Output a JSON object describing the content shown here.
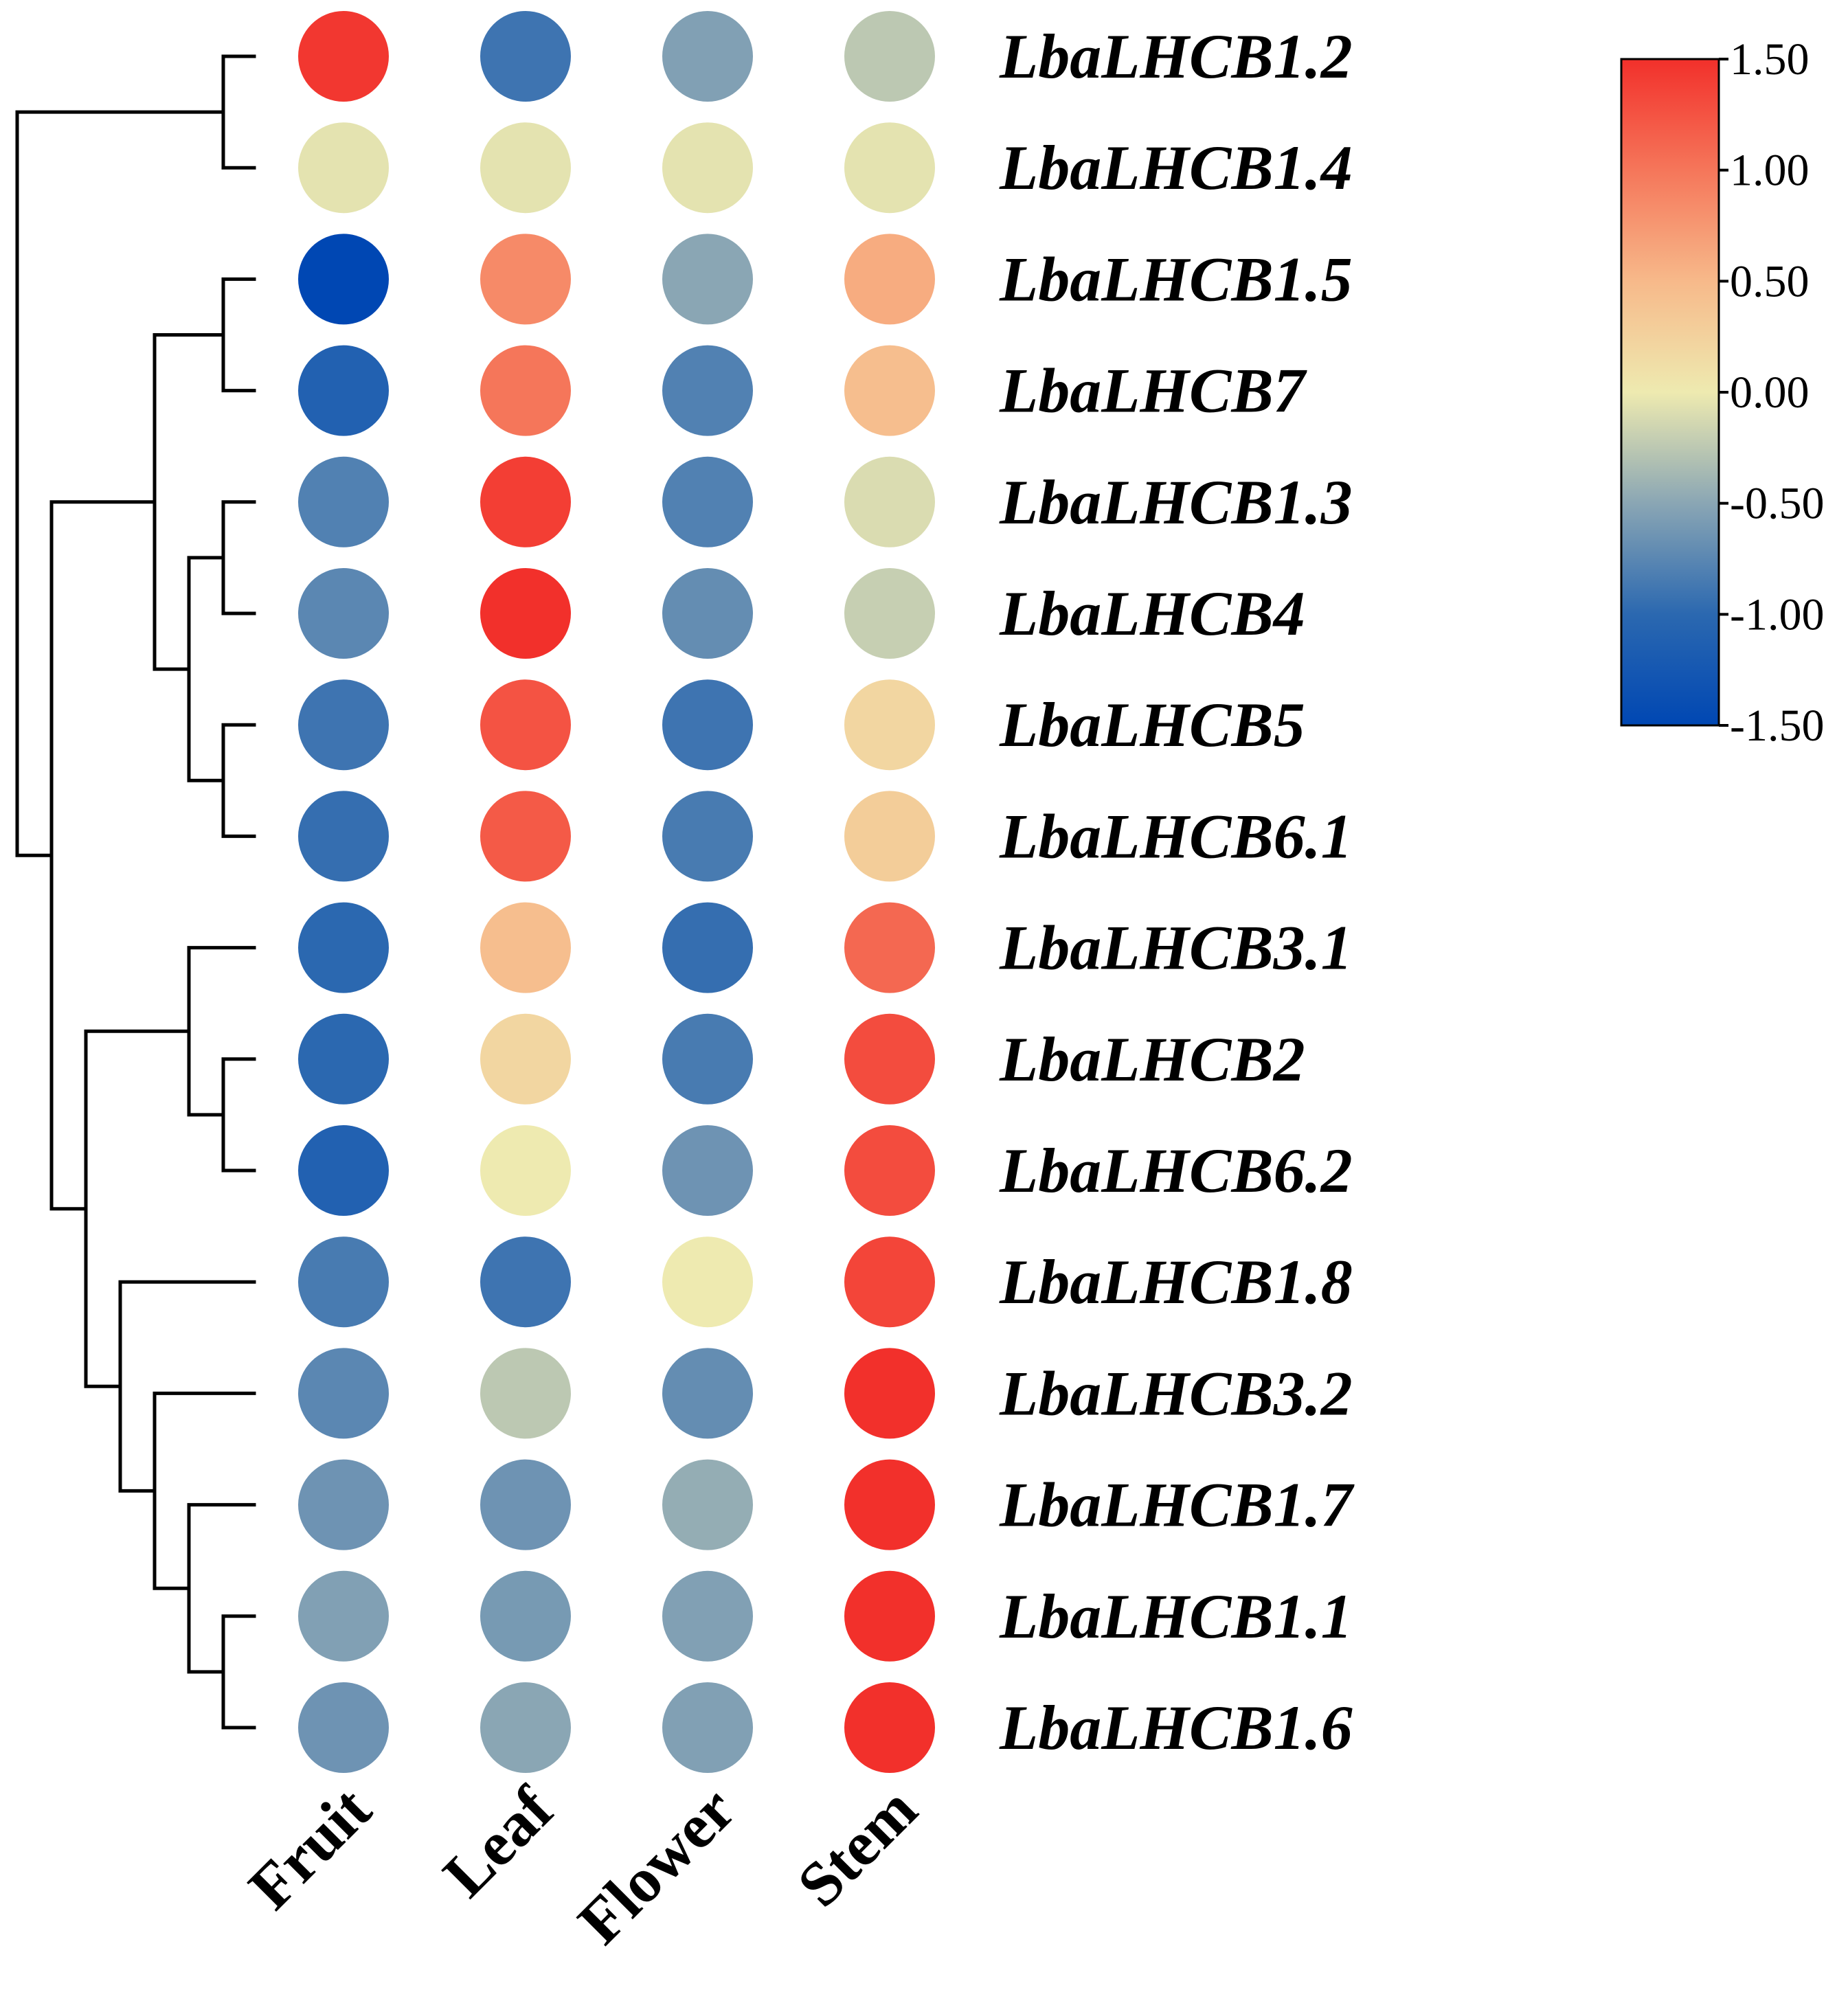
{
  "chart_data": {
    "type": "heatmap",
    "title": "",
    "xlabel": "",
    "ylabel": "",
    "columns": [
      "Fruit",
      "Leaf",
      "Flower",
      "Stem"
    ],
    "rows": [
      "LbaLHCB1.2",
      "LbaLHCB1.4",
      "LbaLHCB1.5",
      "LbaLHCB7",
      "LbaLHCB1.3",
      "LbaLHCB4",
      "LbaLHCB5",
      "LbaLHCB6.1",
      "LbaLHCB3.1",
      "LbaLHCB2",
      "LbaLHCB6.2",
      "LbaLHCB1.8",
      "LbaLHCB3.2",
      "LbaLHCB1.7",
      "LbaLHCB1.1",
      "LbaLHCB1.6"
    ],
    "values": [
      [
        1.45,
        -0.9,
        -0.55,
        -0.25
      ],
      [
        -0.05,
        -0.05,
        -0.05,
        -0.05
      ],
      [
        -1.5,
        0.85,
        -0.5,
        0.6
      ],
      [
        -1.1,
        1.0,
        -0.8,
        0.45
      ],
      [
        -0.8,
        1.4,
        -0.8,
        -0.1
      ],
      [
        -0.75,
        1.5,
        -0.7,
        -0.2
      ],
      [
        -0.9,
        1.25,
        -0.9,
        0.2
      ],
      [
        -0.95,
        1.2,
        -0.85,
        0.3
      ],
      [
        -1.0,
        0.45,
        -0.95,
        1.1
      ],
      [
        -1.0,
        0.2,
        -0.85,
        1.3
      ],
      [
        -1.1,
        0.0,
        -0.65,
        1.3
      ],
      [
        -0.85,
        -0.9,
        0.0,
        1.35
      ],
      [
        -0.75,
        -0.25,
        -0.7,
        1.5
      ],
      [
        -0.65,
        -0.65,
        -0.45,
        1.55
      ],
      [
        -0.55,
        -0.6,
        -0.55,
        1.55
      ],
      [
        -0.65,
        -0.5,
        -0.55,
        1.55
      ]
    ],
    "color_scale": {
      "min": -1.5,
      "max": 1.5,
      "ticks": [
        "1.50",
        "1.00",
        "0.50",
        "0.00",
        "-0.50",
        "-1.00",
        "-1.50"
      ],
      "stops": [
        {
          "value": -1.5,
          "color": "#0047b3"
        },
        {
          "value": -1.0,
          "color": "#2b68b0"
        },
        {
          "value": -0.5,
          "color": "#8aa6b4"
        },
        {
          "value": 0.0,
          "color": "#eeeab0"
        },
        {
          "value": 0.5,
          "color": "#f7b98a"
        },
        {
          "value": 1.0,
          "color": "#f5765a"
        },
        {
          "value": 1.5,
          "color": "#f2302b"
        }
      ],
      "legend_placement": "top-right"
    },
    "dendrogram": {
      "side": "left",
      "merges": [
        [
          1,
          2
        ],
        [
          3,
          4
        ],
        [
          5,
          6
        ],
        [
          7,
          8
        ],
        [
          10,
          11
        ],
        [
          9,
          17
        ],
        [
          15,
          16
        ],
        [
          14,
          19
        ],
        [
          13,
          20
        ],
        [
          12,
          21
        ],
        [
          18,
          22
        ],
        [
          -1,
          -2
        ],
        [
          -3,
          -4
        ],
        [
          -5,
          -6
        ],
        [
          -7,
          -8
        ],
        [
          -9,
          -10
        ]
      ]
    }
  }
}
